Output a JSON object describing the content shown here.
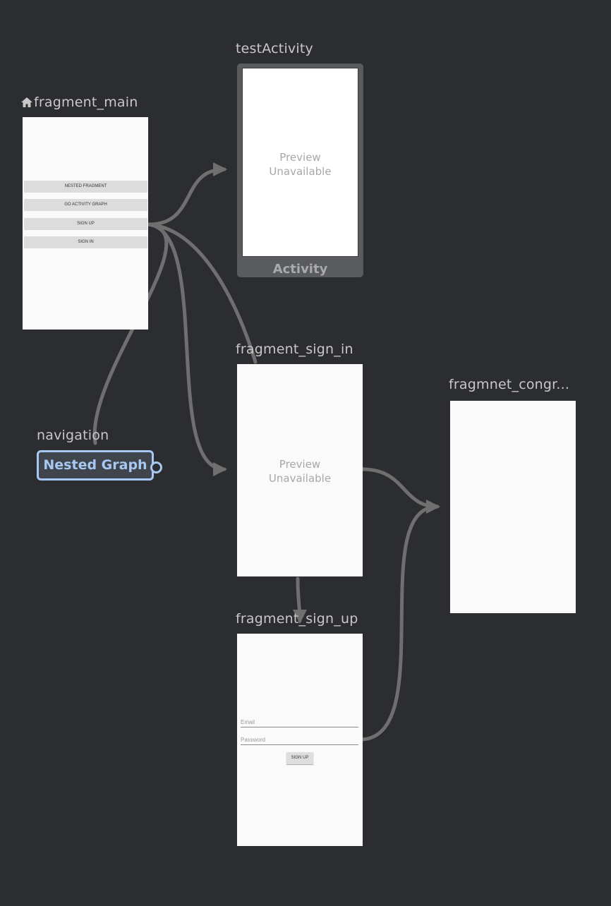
{
  "graph": {
    "fragment_main": {
      "label": "fragment_main",
      "buttons": [
        "NESTED FRAGMENT",
        "GO ACTIVITY GRAPH",
        "SIGN UP",
        "SIGN IN"
      ]
    },
    "test_activity": {
      "label": "testActivity",
      "preview_line1": "Preview",
      "preview_line2": "Unavailable",
      "footer": "Activity"
    },
    "navigation": {
      "label": "navigation",
      "nested_title": "Nested Graph"
    },
    "fragment_sign_in": {
      "label": "fragment_sign_in",
      "preview_line1": "Preview",
      "preview_line2": "Unavailable"
    },
    "fragment_congrats": {
      "label": "fragmnet_congr..."
    },
    "fragment_sign_up": {
      "label": "fragment_sign_up",
      "email_hint": "Email",
      "password_hint": "Password",
      "button": "SIGN UP"
    }
  },
  "colors": {
    "canvas": "#2c2d30",
    "edge": "#707070",
    "nested_accent": "#a6c8f2",
    "label": "#c8c8c8"
  },
  "icons": {
    "start_destination": "home-icon"
  }
}
